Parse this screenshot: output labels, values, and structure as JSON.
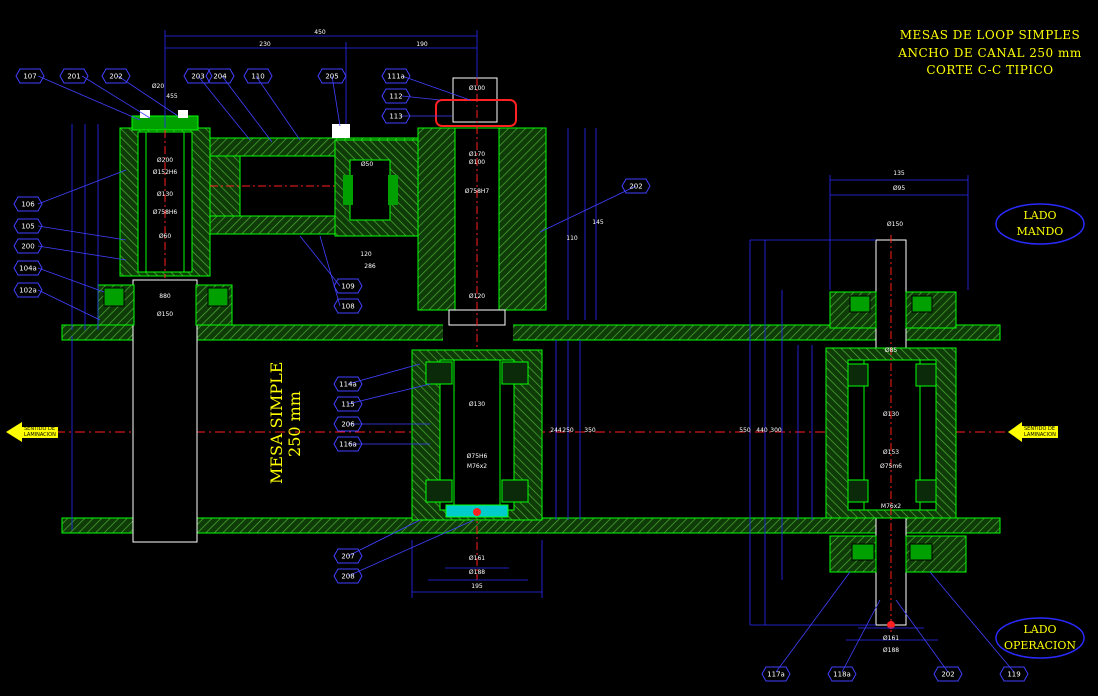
{
  "title": {
    "line1": "MESAS DE LOOP SIMPLES",
    "line2": "ANCHO DE CANAL 250 mm",
    "line3": "CORTE C-C TIPICO"
  },
  "sides": {
    "mando_line1": "LADO",
    "mando_line2": "MANDO",
    "operacion_line1": "LADO",
    "operacion_line2": "OPERACION"
  },
  "mesa": {
    "line1": "MESA SIMPLE",
    "line2": "250 mm"
  },
  "rolling_direction": {
    "left_line1": "SENTIDO DE",
    "left_line2": "LAMINACION",
    "right_line1": "SENTIDO DE",
    "right_line2": "LAMINACION"
  },
  "part_tags": [
    "107",
    "201",
    "202",
    "203",
    "204",
    "110",
    "205",
    "111a",
    "112",
    "113",
    "202",
    "106",
    "105",
    "200",
    "104a",
    "102a",
    "109",
    "108",
    "114a",
    "115",
    "206",
    "116a",
    "207",
    "208",
    "117a",
    "118a",
    "202",
    "119"
  ],
  "dimensions": [
    "450",
    "230",
    "190",
    "Ø20",
    "455",
    "Ø200",
    "Ø152H6",
    "Ø130",
    "Ø758H6",
    "Ø60",
    "Ø50",
    "Ø100",
    "Ø170",
    "Ø100",
    "Ø758H7",
    "Ø120",
    "Ø130",
    "Ø75H6",
    "M76x2",
    "Ø161",
    "Ø188",
    "195",
    "135",
    "Ø95",
    "Ø85",
    "Ø130",
    "Ø75m6",
    "Ø153",
    "Ø161",
    "Ø188",
    "M76x2",
    "550",
    "440",
    "300",
    "350",
    "250",
    "244",
    "110",
    "145",
    "286",
    "120",
    "880",
    "Ø150",
    "Ø150"
  ],
  "colors": {
    "background": "#000000",
    "outline": "#00ff00",
    "dimension": "#0000ff",
    "centerline": "#ff0000",
    "text_primary": "#ffff00",
    "leader": "#4040ff"
  }
}
